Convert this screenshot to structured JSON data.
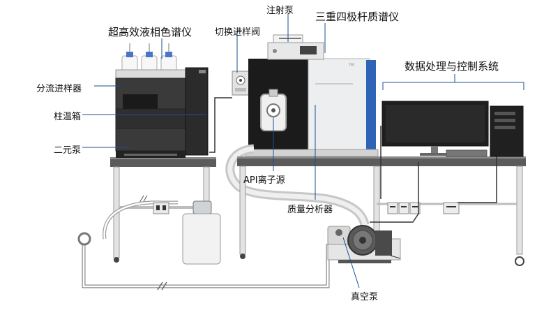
{
  "labels": {
    "lc": "超高效液相色谱仪",
    "switch_valve": "切换进样阀",
    "syringe_pump": "注射泵",
    "triple_quad": "三重四极杆质谱仪",
    "data_system": "数据处理与控制系统",
    "split_injector": "分流进样器",
    "column_oven": "柱温箱",
    "binary_pump": "二元泵",
    "api_source": "API离子源",
    "mass_analyzer": "质量分析器",
    "vacuum_pump": "真空泵"
  }
}
